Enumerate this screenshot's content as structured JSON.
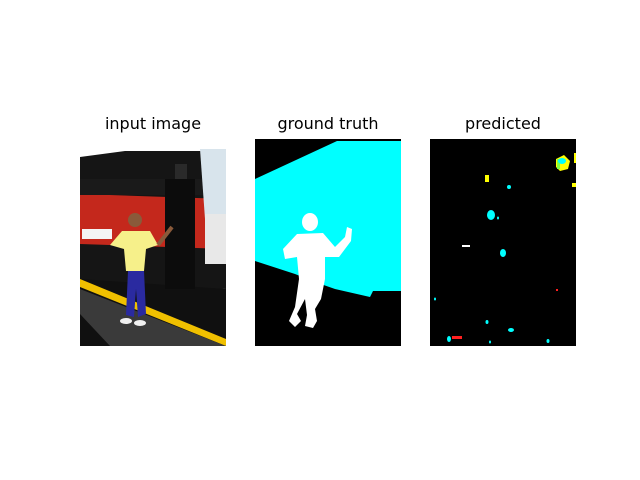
{
  "figure": {
    "panels": [
      {
        "title": "input image"
      },
      {
        "title": "ground truth"
      },
      {
        "title": "predicted"
      }
    ]
  },
  "colors": {
    "background": "#000000",
    "segment_cyan": "#00ffff",
    "segment_person": "#ffffff",
    "pred_yellow": "#ffff00",
    "pred_red": "#ff2020",
    "pred_green": "#80ff40",
    "bus_red": "#c4281c",
    "shirt_yellow": "#f6f08a",
    "jeans_blue": "#2a2aa0"
  }
}
